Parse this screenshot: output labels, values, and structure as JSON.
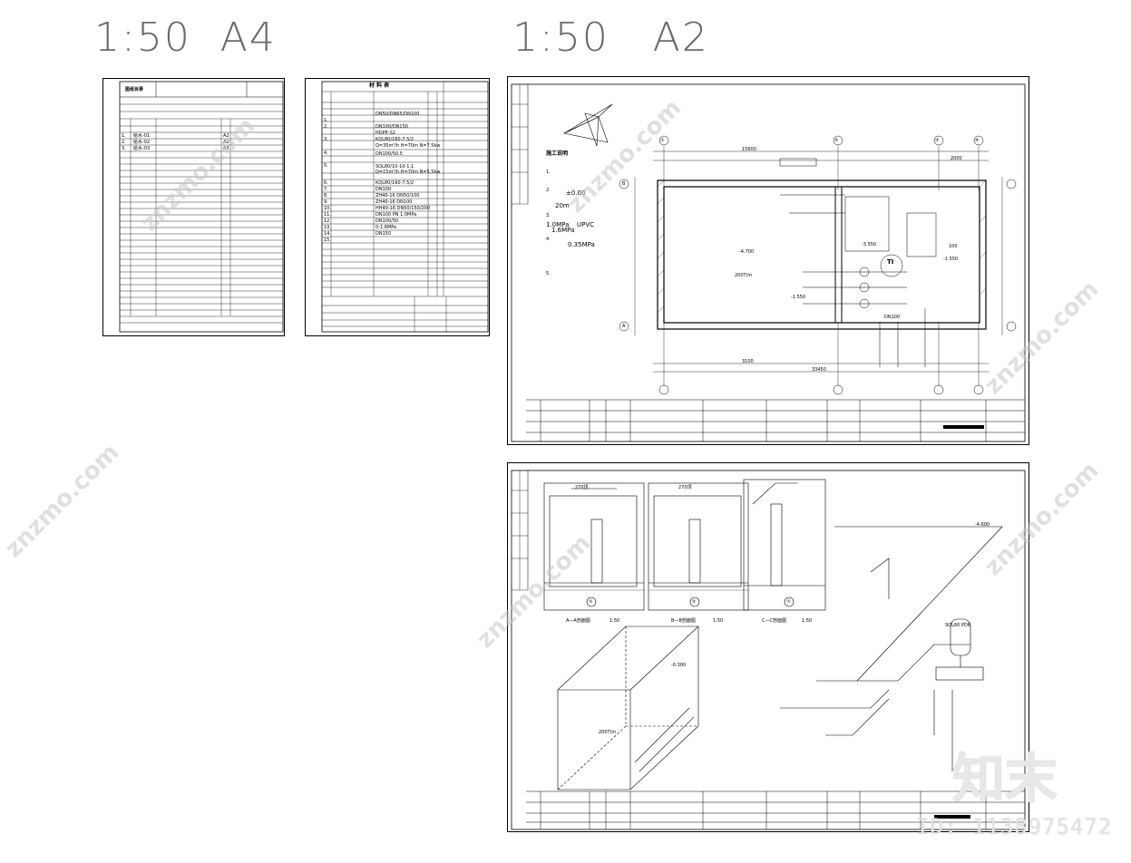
{
  "scales": {
    "left": "1:50  A4",
    "right": "1:50   A2"
  },
  "drawing_list": {
    "title": "图纸目录",
    "rows": [
      {
        "no": "1.",
        "code": "给水-01",
        "size": "A2"
      },
      {
        "no": "2.",
        "code": "给水-02",
        "size": "A2"
      },
      {
        "no": "3.",
        "code": "给水-03",
        "size": "A3"
      }
    ]
  },
  "material_table": {
    "title": "材  料  表",
    "rows": [
      "1.",
      "2.",
      "3.",
      "4.",
      "5.",
      "6.",
      "7.",
      "8.",
      "9.",
      "10.",
      "11.",
      "12.",
      "13.",
      "14.",
      "15."
    ],
    "specs": [
      "DN50/DN65/DN100",
      "DN100/DN150",
      "HDPE-S2",
      "KQL80/160-7.5/2",
      "Q=35m³/h H=70m N=7.5kw",
      "DN100/50.5",
      "SQL80/10-10-1.1",
      "Q=15m³/h H=70m N=5.5kw",
      "KQL80/160-7.5/2",
      "DN100",
      "ZH40-16 DN50/100",
      "ZH40-16 DN100",
      "HH40-16 DN50/150/200",
      "DN100 PN 1.0MPa",
      "DN100/50",
      "0-1.6MPa",
      "DN150"
    ]
  },
  "notes": {
    "heading": "施工说明",
    "items": [
      "1.",
      "2.",
      "3.",
      "4.",
      "5."
    ],
    "values": [
      "±0.00",
      "20m",
      "1.0MPa",
      "1.6MPa",
      "0.35MPa"
    ],
    "pipe": "UPVC"
  },
  "plan": {
    "axes_h": [
      "①",
      "②",
      "③",
      "④"
    ],
    "axes_v": [
      "B",
      "A"
    ],
    "dim_top": "15600",
    "dim_right": "2000",
    "dim_bottom": "3100",
    "dim_total": "33450",
    "tank_label": "200T/m",
    "elev1": "-4.700",
    "elev2": "-1.550",
    "elev3": "-3.550",
    "elev_right": "-1.550",
    "marker": "TI",
    "dn": "DN100",
    "dim_100": "100"
  },
  "sections": {
    "a": "A—A剖面图",
    "b": "B—B剖面图",
    "c": "C—C剖面图",
    "scale": "1:50",
    "circle_2": "②",
    "circle_a": "Ⓐ",
    "elev_a": "-0.300",
    "elev_b": "-4.600",
    "tag_top": "270顶",
    "volume": "200T/m",
    "tank_tag": "SQL80 PD6"
  },
  "watermark": {
    "text": "znzmo.com",
    "brand_cn": "知末",
    "id": "ID: 1138975472"
  }
}
